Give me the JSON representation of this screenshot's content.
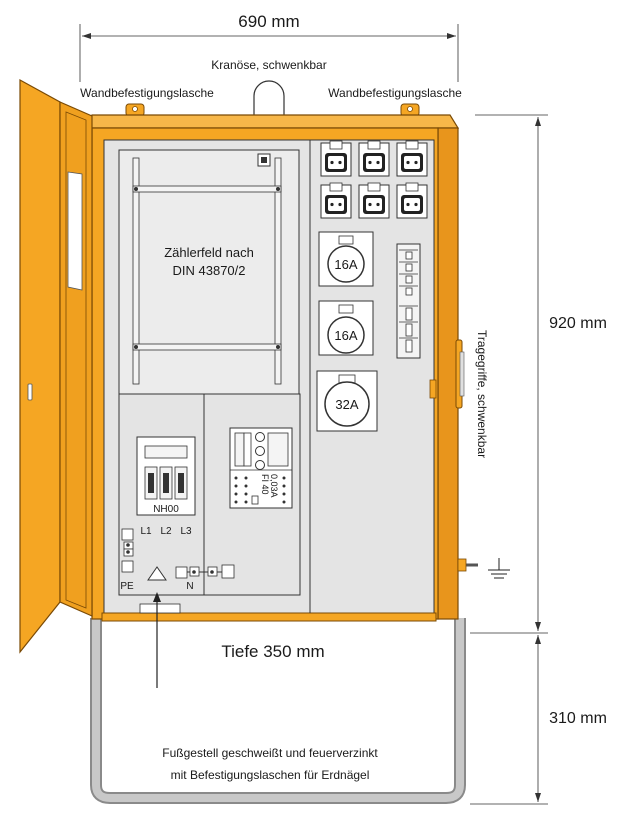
{
  "dimensions": {
    "width": "690 mm",
    "height_cabinet": "920 mm",
    "height_stand": "310 mm",
    "depth": "Tiefe 350 mm"
  },
  "labels": {
    "crane_eye": "Kranöse, schwenkbar",
    "wall_tab_left": "Wandbefestigungslasche",
    "wall_tab_right": "Wandbefestigungslasche",
    "carry_handles": "Tragegriffe, schwenkbar",
    "meter_field_line1": "Zählerfeld nach",
    "meter_field_line2": "DIN 43870/2",
    "fuse_block": "NH00",
    "phase_l1": "L1",
    "phase_l2": "L2",
    "phase_l3": "L3",
    "pe": "PE",
    "neutral": "N",
    "rcd_line1": "FI 40",
    "rcd_line2": "0,03A",
    "stand_line1": "Fußgestell geschweißt und feuerverzinkt",
    "stand_line2": "mit Befestigungslaschen für Erdnägel"
  },
  "sockets": {
    "cee_top": "16A",
    "cee_middle": "16A",
    "cee_bottom": "32A",
    "schuko_count": 6
  },
  "colors": {
    "cabinet_orange": "#f5a623",
    "orange_dark": "#c67c12",
    "panel_gray": "#e4e4e4",
    "stand_gray": "#b8b8b8",
    "line": "#1a1a1a"
  }
}
